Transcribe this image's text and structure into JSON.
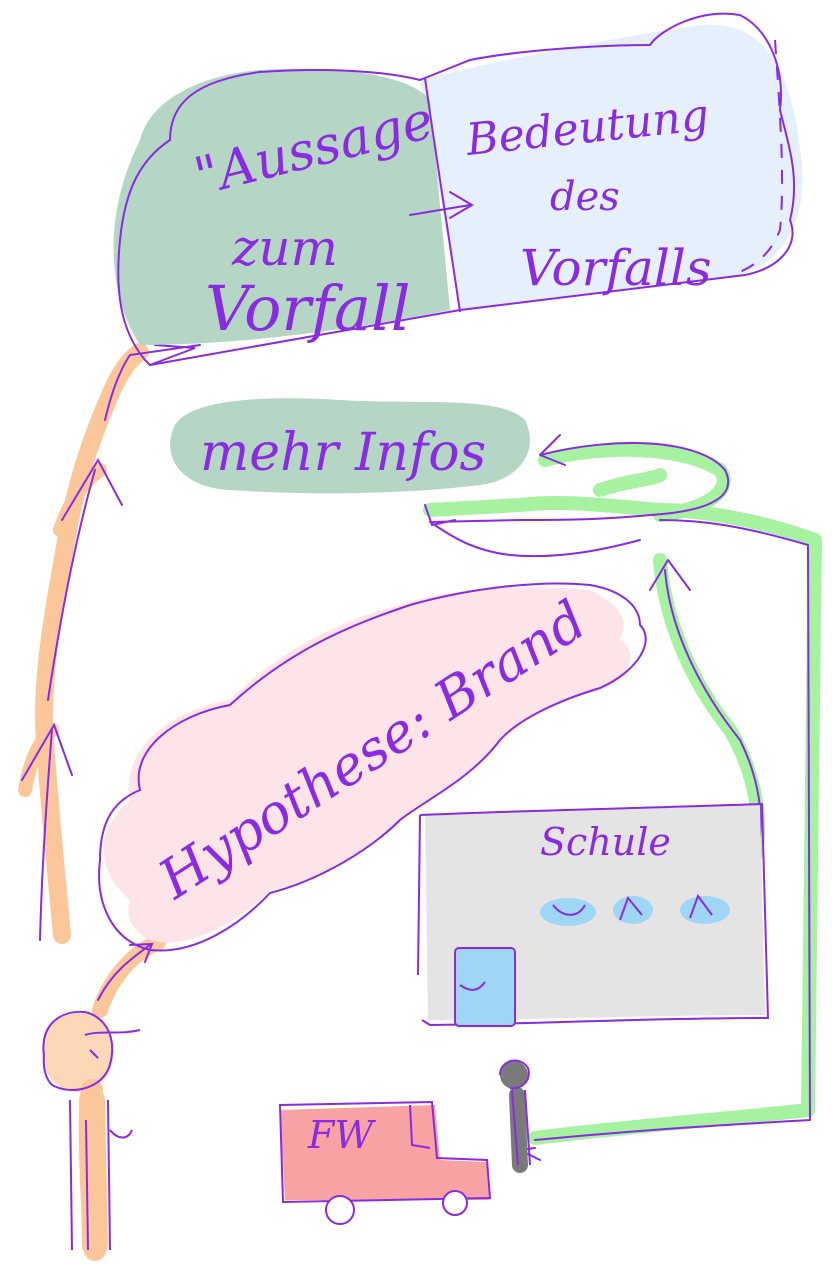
{
  "labels": {
    "aussage_line1": "\"Aussage",
    "aussage_line2": "zum",
    "aussage_line3": "Vorfall",
    "bedeutung_line1": "Bedeutung",
    "bedeutung_line2": "des",
    "bedeutung_line3": "Vorfalls",
    "mehr_infos": "mehr Infos",
    "hypothese": "Hypothese: Brand",
    "schule": "Schule",
    "fw": "FW"
  },
  "colors": {
    "ink": "#8a2be2",
    "teal_fill": "#b5d6c4",
    "blue_fill": "#e6effc",
    "pink_fill": "#fde4e8",
    "orange": "#fbc79a",
    "green": "#a6f2a0",
    "gray_fill": "#e4e4e4",
    "window_blue": "#9fd6f5",
    "truck_red": "#f7a3a3",
    "person_gray": "#7a7a7a"
  }
}
